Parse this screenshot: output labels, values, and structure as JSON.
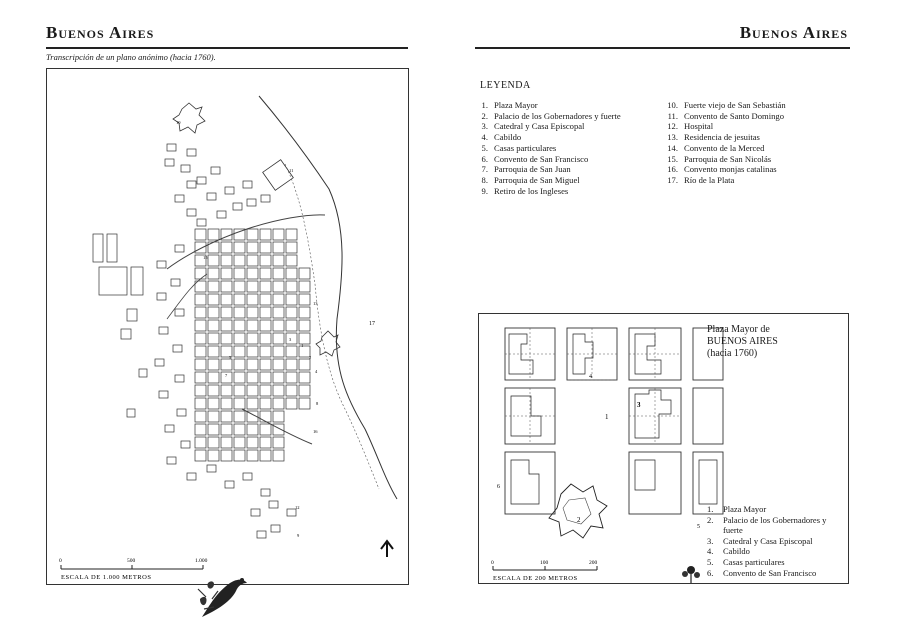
{
  "left": {
    "title": "Buenos Aires",
    "subtitle": "Transcripción de un plano anónimo (hacia 1760).",
    "scale": {
      "label": "ESCALA DE 1.000 METROS",
      "ticks": [
        "0",
        "500",
        "1.000"
      ]
    },
    "map_labels": {
      "river": "17"
    },
    "building_numbers": [
      "10",
      "11",
      "15",
      "13",
      "1",
      "2",
      "3",
      "4",
      "5",
      "7",
      "8",
      "16",
      "12",
      "9"
    ]
  },
  "right": {
    "title": "Buenos Aires",
    "legend_title": "LEYENDA",
    "legend": [
      {
        "n": "1.",
        "label": "Plaza Mayor"
      },
      {
        "n": "2.",
        "label": "Palacio de los Gobernadores y fuerte"
      },
      {
        "n": "3.",
        "label": "Catedral y Casa Episcopal"
      },
      {
        "n": "4.",
        "label": "Cabildo"
      },
      {
        "n": "5.",
        "label": "Casas particulares"
      },
      {
        "n": "6.",
        "label": "Convento de San Francisco"
      },
      {
        "n": "7.",
        "label": "Parroquia de San Juan"
      },
      {
        "n": "8.",
        "label": "Parroquia de San Miguel"
      },
      {
        "n": "9.",
        "label": "Retiro de los Ingleses"
      },
      {
        "n": "10.",
        "label": "Fuerte viejo de San Sebastián"
      },
      {
        "n": "11.",
        "label": "Convento de Santo Domingo"
      },
      {
        "n": "12.",
        "label": "Hospital"
      },
      {
        "n": "13.",
        "label": "Residencia de jesuitas"
      },
      {
        "n": "14.",
        "label": "Convento de la Merced"
      },
      {
        "n": "15.",
        "label": "Parroquia de San Nicolás"
      },
      {
        "n": "16.",
        "label": "Convento monjas catalinas"
      },
      {
        "n": "17.",
        "label": "Río de la Plata"
      }
    ],
    "inset": {
      "title_lines": [
        "Plaza Mayor de",
        "BUENOS AIRES",
        "(hacia 1760)"
      ],
      "labels": [
        "1",
        "2",
        "3",
        "4",
        "5",
        "6"
      ],
      "legend": [
        {
          "n": "1.",
          "label": "Plaza Mayor"
        },
        {
          "n": "2.",
          "label": "Palacio de los Gobernadores y fuerte"
        },
        {
          "n": "3.",
          "label": "Catedral y Casa Episcopal"
        },
        {
          "n": "4.",
          "label": "Cabildo"
        },
        {
          "n": "5.",
          "label": "Casas particulares"
        },
        {
          "n": "6.",
          "label": "Convento de San Francisco"
        }
      ],
      "scale": {
        "label": "ESCALA DE 200 METROS",
        "ticks": [
          "0",
          "100",
          "200"
        ]
      }
    }
  }
}
